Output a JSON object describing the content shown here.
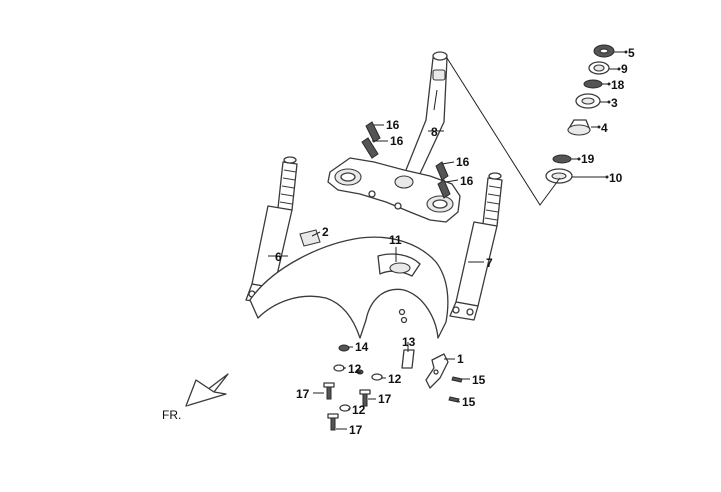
{
  "diagram": {
    "callouts": [
      "1",
      "2",
      "3",
      "4",
      "5",
      "6",
      "7",
      "8",
      "9",
      "10",
      "11",
      "12",
      "12",
      "12",
      "13",
      "14",
      "15",
      "15",
      "16",
      "16",
      "16",
      "16",
      "17",
      "17",
      "17",
      "18",
      "19"
    ],
    "direction_label": "FR."
  }
}
